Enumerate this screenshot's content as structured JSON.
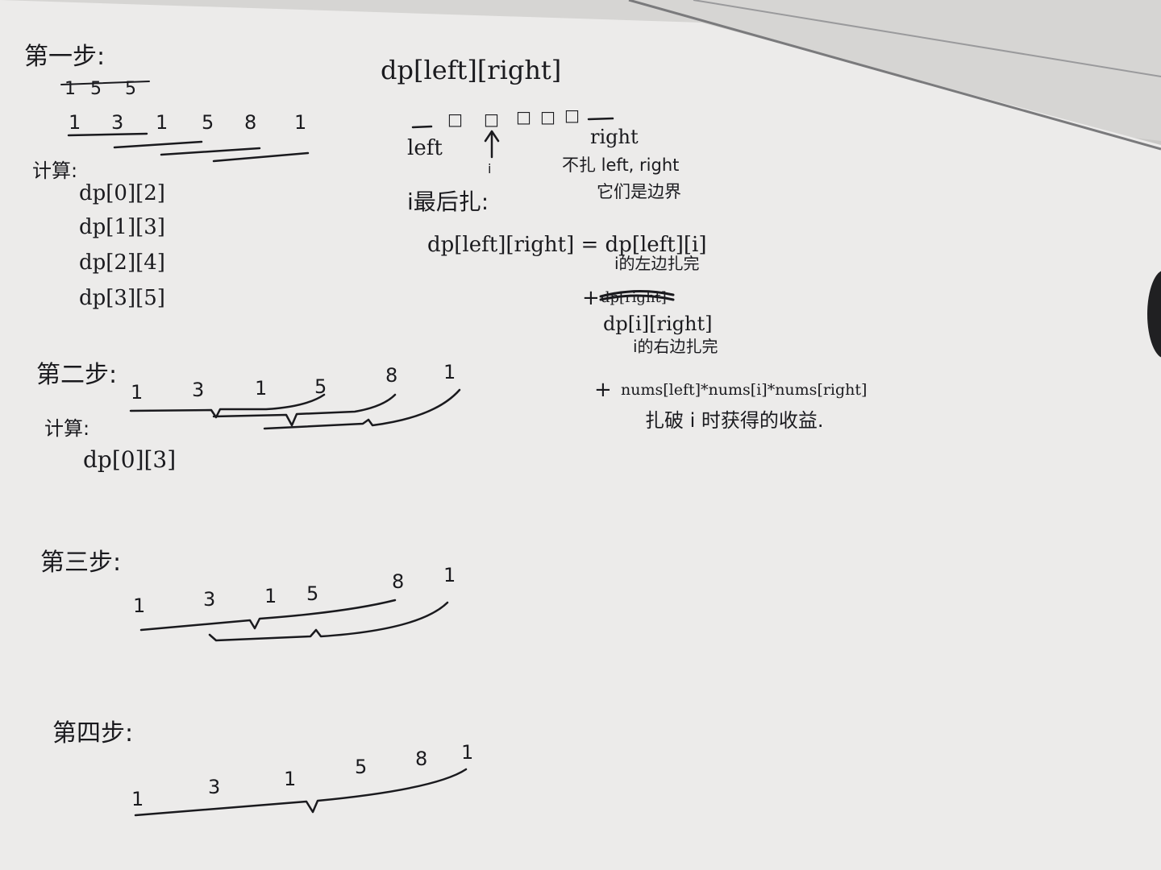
{
  "photo": {
    "paper_color": "#ecebea",
    "ink_color": "#1a1a1e",
    "background_color": "#c9c8c6"
  },
  "left_column": {
    "step1": {
      "heading": "第一步:",
      "top_numbers": [
        "1",
        "5",
        "5"
      ],
      "sequence": [
        "1",
        "3",
        "1",
        "5",
        "8",
        "1"
      ],
      "calc_label": "计算:",
      "calcs": [
        "dp[0][2]",
        "dp[1][3]",
        "dp[2][4]",
        "dp[3][5]"
      ]
    },
    "step2": {
      "heading": "第二步:",
      "sequence": [
        "1",
        "3",
        "1",
        "5",
        "8",
        "1"
      ],
      "calc_label": "计算:",
      "calcs": [
        "dp[0][3]"
      ]
    },
    "step3": {
      "heading": "第三步:",
      "sequence": [
        "1",
        "3",
        "1",
        "5",
        "8",
        "1"
      ]
    },
    "step4": {
      "heading": "第四步:",
      "sequence": [
        "1",
        "3",
        "1",
        "5",
        "8",
        "1"
      ]
    }
  },
  "right_column": {
    "title": "dp[left][right]",
    "boxes": [
      "□",
      "□",
      "□",
      "□",
      "□"
    ],
    "left_label": "left",
    "right_label": "right",
    "i_marker": "i",
    "boundary_note_1": "不扎 left, right",
    "boundary_note_2": "它们是边界",
    "last_pop": "i最后扎:",
    "formula": "dp[left][right] = dp[left][i]",
    "left_comment": "i的左边扎完",
    "struck_text": "dp[right]",
    "plus1": "+",
    "term2": "dp[i][right]",
    "right_comment": "i的右边扎完",
    "plus2": "+",
    "term3": "nums[left]*nums[i]*nums[right]",
    "gain_comment": "扎破 i 时获得的收益."
  }
}
